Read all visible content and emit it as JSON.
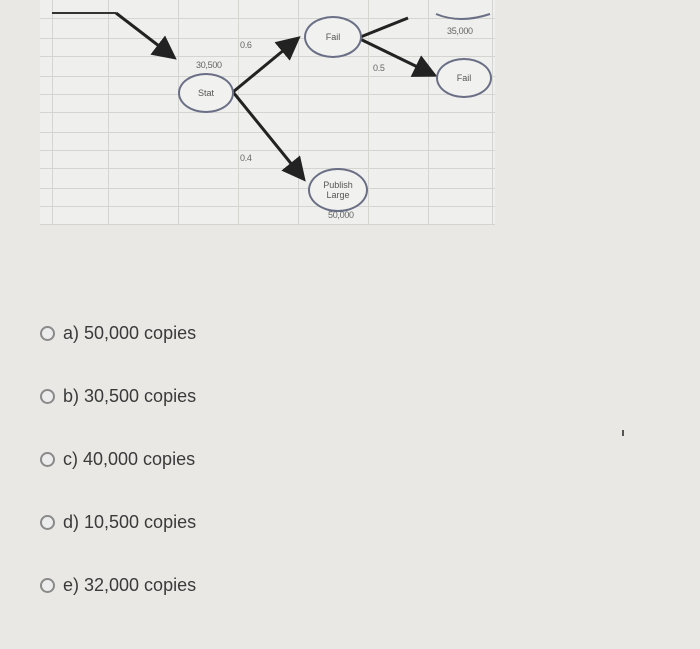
{
  "diagram": {
    "nodes": {
      "stat": {
        "label": "Stat",
        "value": "30,500"
      },
      "fail_upper": {
        "label": "Fail"
      },
      "fail_right": {
        "label": "Fail"
      },
      "publish_large": {
        "label": "Publish Large",
        "line1": "Publish",
        "line2": "Large",
        "value": "50,000"
      },
      "top_right": {
        "value": "35,000"
      }
    },
    "probabilities": {
      "upper": "0.6",
      "lower": "0.4",
      "fail_branch": "0.5"
    }
  },
  "question": {
    "options": [
      {
        "letter": "a)",
        "text": "a) 50,000 copies"
      },
      {
        "letter": "b)",
        "text": "b) 30,500 copies"
      },
      {
        "letter": "c)",
        "text": "c) 40,000 copies"
      },
      {
        "letter": "d)",
        "text": "d) 10,500 copies"
      },
      {
        "letter": "e)",
        "text": "e) 32,000 copies"
      }
    ]
  }
}
